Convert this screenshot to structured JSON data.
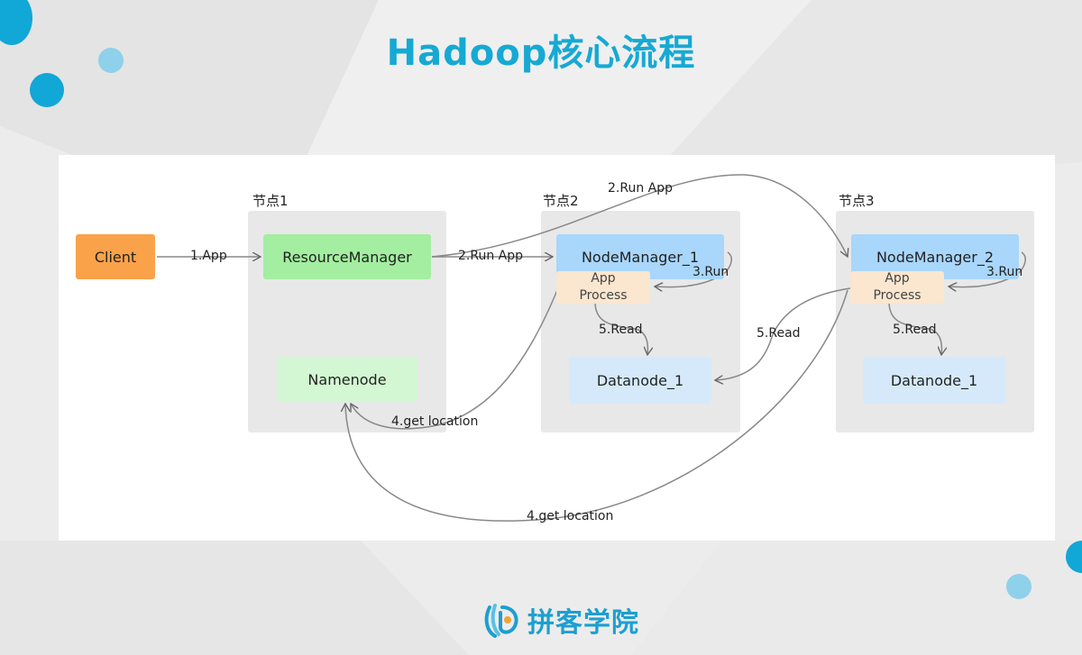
{
  "title": "Hadoop核心流程",
  "groups": [
    {
      "label": "节点1"
    },
    {
      "label": "节点2"
    },
    {
      "label": "节点3"
    }
  ],
  "nodes": {
    "client": "Client",
    "resource_manager": "ResourceManager",
    "namenode": "Namenode",
    "node_manager_1": "NodeManager_1",
    "app_process_1": {
      "line1": "App",
      "line2": "Process"
    },
    "datanode_1_a": "Datanode_1",
    "node_manager_2": "NodeManager_2",
    "app_process_2": {
      "line1": "App",
      "line2": "Process"
    },
    "datanode_1_b": "Datanode_1"
  },
  "edges": {
    "app": "1.App",
    "run_app_1": "2.Run App",
    "run_app_2": "2.Run App",
    "run_1": "3.Run",
    "run_2": "3.Run",
    "read_1": "5.Read",
    "read_cross": "5.Read",
    "read_2": "5.Read",
    "get_location_1": "4.get location",
    "get_location_2": "4.get location"
  },
  "footer": {
    "brand": "拼客学院"
  },
  "colors": {
    "title": "#16a9d4",
    "client": "#f9a24a",
    "resource_manager": "#a3eea0",
    "namenode": "#d3f7d2",
    "node_manager": "#a9d6fb",
    "app_process": "#fbe6cf",
    "datanode": "#d5e9fb",
    "group_bg": "#e8e8e8",
    "accent_dot": "#11a7d6",
    "light_dot": "#8fd0ea"
  }
}
